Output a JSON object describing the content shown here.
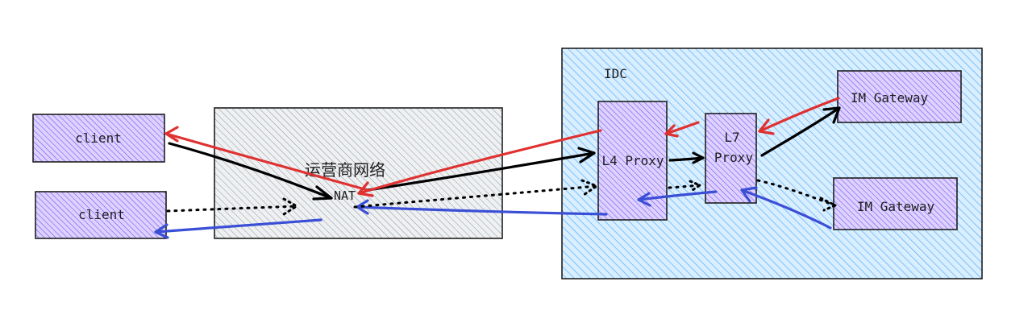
{
  "diagram": {
    "idc_label": "IDC",
    "carrier_label": "运营商网络",
    "nat_label": "NAT",
    "client_top": "client",
    "client_bottom": "client",
    "l4_label": "L4 Proxy",
    "l7_line1": "L7",
    "l7_line2": "Proxy",
    "gateway_top": "IM Gateway",
    "gateway_bottom": "IM Gateway"
  },
  "colors": {
    "idc_fill": "#a5d8ff",
    "idc_hatch": "#4dabf7",
    "carrier_fill": "#e9ecef",
    "carrier_hatch": "#868e96",
    "node_fill": "#d0bfff",
    "node_hatch": "#7048e8",
    "red_path": "#e03131",
    "blue_path": "#3b4fd6",
    "black_path": "#000000"
  }
}
